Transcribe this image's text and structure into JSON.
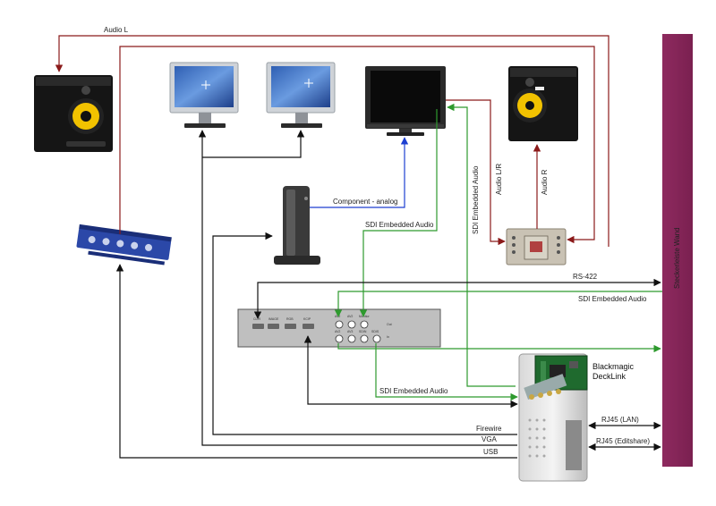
{
  "colors": {
    "audio": "#8b1a1a",
    "sdi": "#2e9a2e",
    "component": "#1d3fd1",
    "data": "#111111",
    "wall": "#8e2a5f"
  },
  "wall": {
    "label": "Steckerleiste Wand"
  },
  "connections": {
    "audio_l": "Audio L",
    "audio_lr": "Audio L/R",
    "audio_r": "Audio R",
    "component": "Component - analog",
    "sdi_embedded_1": "SDI Embedded Audio",
    "sdi_embedded_vertical": "SDI Embedded Audio",
    "rs422": "RS-422",
    "sdi_embedded_wall": "SDI Embedded Audio",
    "sdi_embedded_card": "SDI Embedded Audio",
    "rj45_lan": "RJ45 (LAN)",
    "rj45_editshare": "RJ45 (Editshare)",
    "firewire": "Firewire",
    "vga": "VGA",
    "usb": "USB"
  },
  "decklink": {
    "line1": "Blackmagic",
    "line2": "DeckLink"
  },
  "deck_ports": {
    "p1": "CLIR",
    "p2": "IMAGE",
    "p3": "RGB",
    "p4": "KCIP",
    "p5": "AV2",
    "p6": "Monitor",
    "out": "Out",
    "in": "In",
    "b1": "AV2",
    "b2": "AV3",
    "b3": "SDIN",
    "b4": "SDIS"
  }
}
